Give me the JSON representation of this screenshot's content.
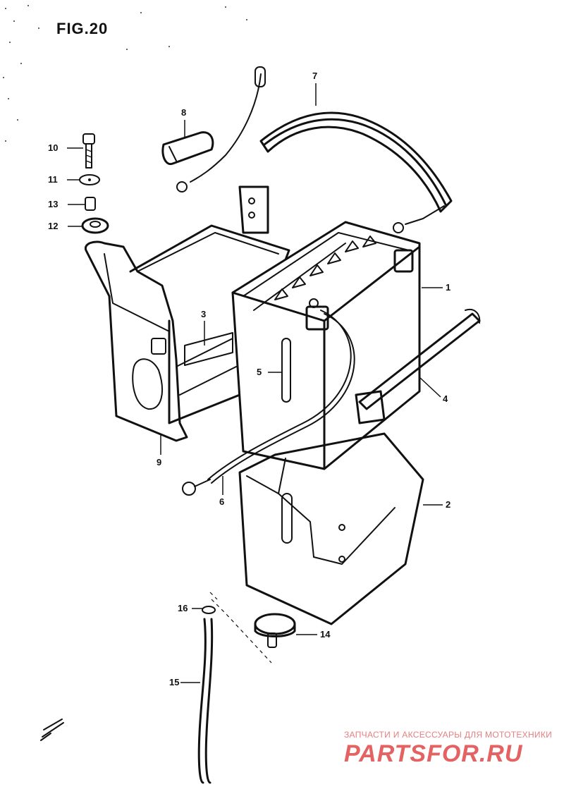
{
  "figure": {
    "title": "FIG.20"
  },
  "callouts": [
    {
      "id": "1",
      "label": "1"
    },
    {
      "id": "2",
      "label": "2"
    },
    {
      "id": "3",
      "label": "3"
    },
    {
      "id": "4",
      "label": "4"
    },
    {
      "id": "5",
      "label": "5"
    },
    {
      "id": "6",
      "label": "6"
    },
    {
      "id": "7",
      "label": "7"
    },
    {
      "id": "8",
      "label": "8"
    },
    {
      "id": "9",
      "label": "9"
    },
    {
      "id": "10",
      "label": "10"
    },
    {
      "id": "11",
      "label": "11"
    },
    {
      "id": "12",
      "label": "12"
    },
    {
      "id": "13",
      "label": "13"
    },
    {
      "id": "14",
      "label": "14"
    },
    {
      "id": "15",
      "label": "15"
    },
    {
      "id": "16",
      "label": "16"
    }
  ],
  "watermark": {
    "tagline": "ЗАПЧАСТИ И АКСЕССУАРЫ ДЛЯ МОТОТЕХНИКИ",
    "logo": "PARTSFOR.RU",
    "color": "#e04747"
  }
}
